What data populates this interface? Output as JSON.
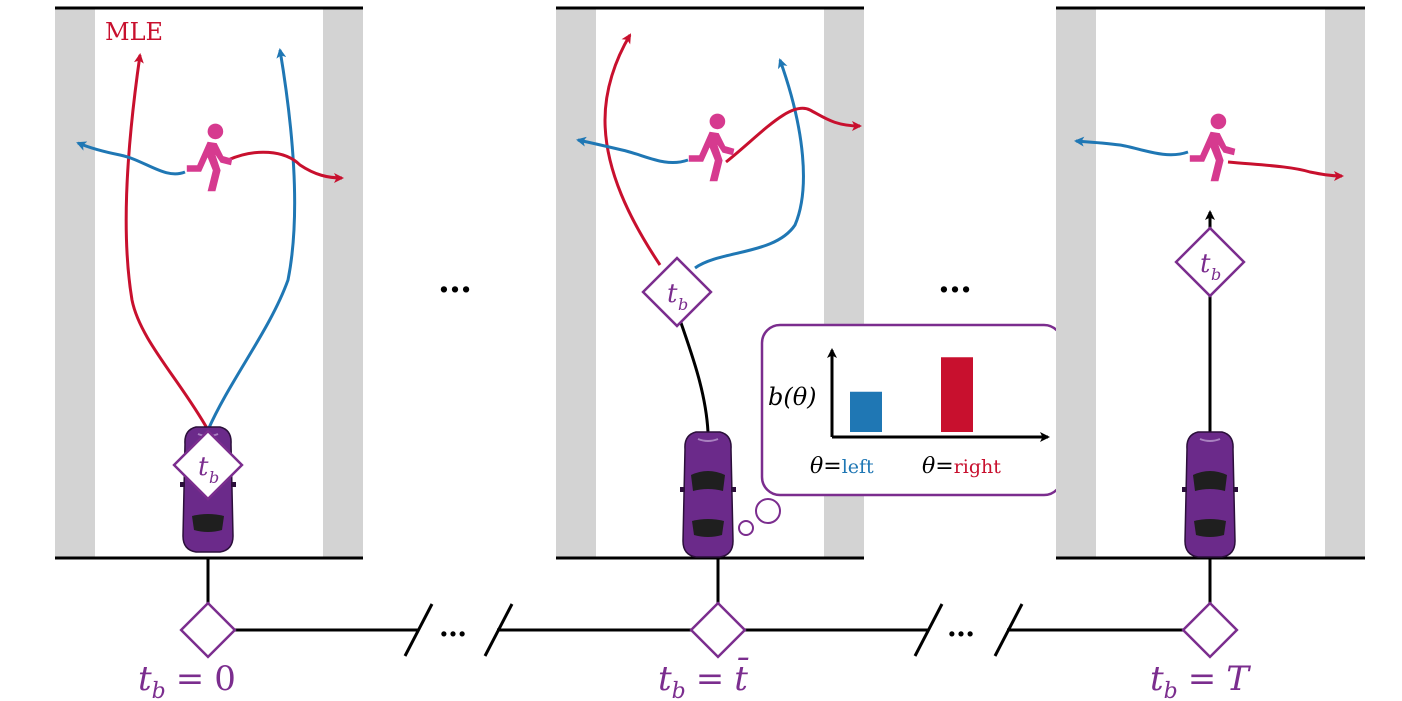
{
  "colors": {
    "red": "#c8102e",
    "blue": "#1f77b4",
    "purple": "#7b2d8e",
    "pedestrian": "#d63a8f",
    "sidewalk": "#d3d3d3",
    "car_body": "#6b2a8a",
    "ink": "#000000"
  },
  "labels": {
    "mle": "MLE",
    "tb_symbol": "t",
    "tb_subscript": "b",
    "ellipsis": "…",
    "timeline": [
      {
        "lhs": "t",
        "sub": "b",
        "eq": "=",
        "rhs": "0"
      },
      {
        "lhs": "t",
        "sub": "b",
        "eq": "=",
        "rhs": "t̄"
      },
      {
        "lhs": "t",
        "sub": "b",
        "eq": "=",
        "rhs": "T"
      }
    ]
  },
  "belief": {
    "ylabel": "b(θ)",
    "bars": [
      {
        "theta": "θ",
        "eq": "=",
        "value_label": "left",
        "belief": 0.35,
        "color": "blue"
      },
      {
        "theta": "θ",
        "eq": "=",
        "value_label": "right",
        "belief": 0.65,
        "color": "red"
      }
    ]
  },
  "icons": [
    "pedestrian-icon",
    "car-icon",
    "thought-bubble-icon",
    "decision-diamond-icon"
  ]
}
